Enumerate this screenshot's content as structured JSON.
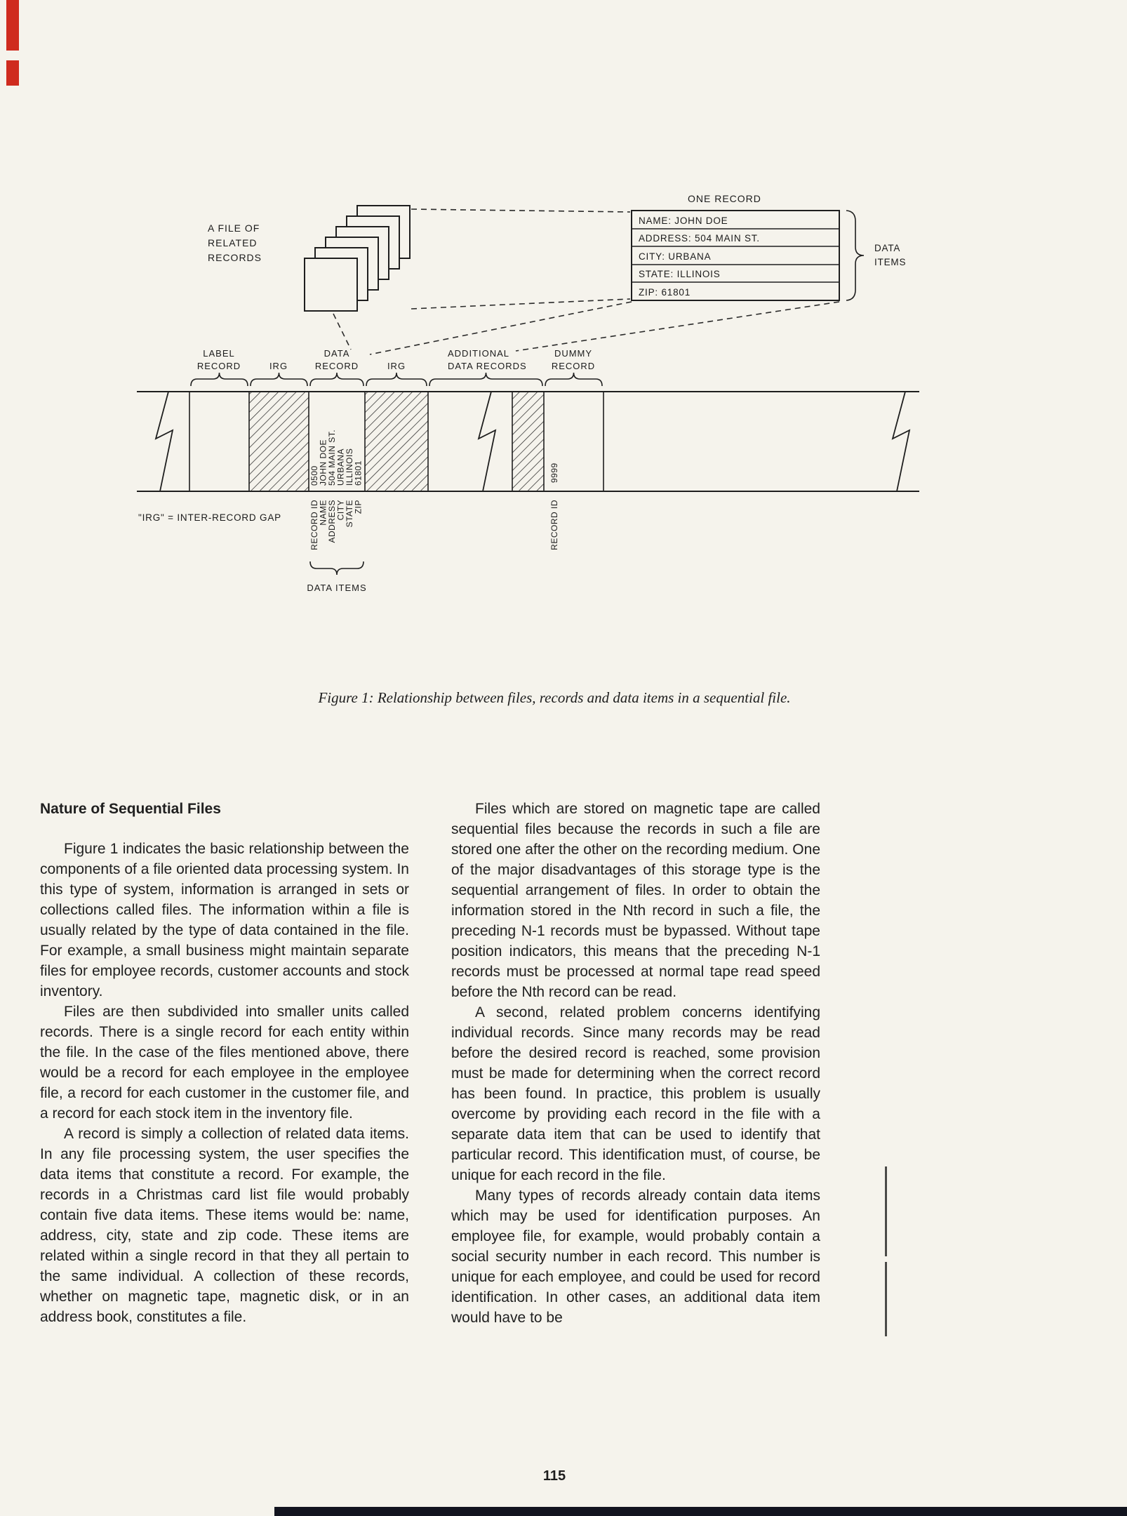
{
  "page": {
    "number": "115"
  },
  "figure": {
    "caption": "Figure 1: Relationship between files, records and data items in a sequential file.",
    "file_stack": {
      "label_lines": [
        "A FILE OF",
        "RELATED",
        "RECORDS"
      ]
    },
    "one_record": {
      "label": "ONE RECORD",
      "fields": [
        "NAME: JOHN DOE",
        "ADDRESS: 504 MAIN ST.",
        "CITY: URBANA",
        "STATE: ILLINOIS",
        "ZIP: 61801"
      ],
      "brace_label_lines": [
        "DATA",
        "ITEMS"
      ]
    },
    "tape": {
      "sections": {
        "label_record": [
          "LABEL",
          "RECORD"
        ],
        "irg_1": "IRG",
        "data_record": [
          "DATA",
          "RECORD"
        ],
        "irg_2": "IRG",
        "additional": [
          "ADDITIONAL",
          "DATA RECORDS"
        ],
        "dummy": [
          "DUMMY",
          "RECORD"
        ]
      },
      "data_record_contents": [
        "0500",
        "JOHN DOE",
        "504 MAIN ST.",
        "URBANA",
        "ILLINOIS",
        "61801"
      ],
      "dummy_record_content": "9999",
      "field_labels": [
        "RECORD ID",
        "NAME",
        "ADDRESS",
        "CITY",
        "STATE",
        "ZIP"
      ],
      "dummy_field_label": "RECORD ID",
      "data_items_label": "DATA ITEMS",
      "irg_note": "\"IRG\" = INTER-RECORD GAP"
    }
  },
  "article": {
    "heading": "Nature of Sequential Files",
    "left_column": [
      "Figure 1 indicates the basic relationship between the components of a file oriented data processing system. In this type of system, information is arranged in sets or collections called files. The information within a file is usually related by the type of data contained in the file. For example, a small business might maintain separate files for employee records, customer accounts and stock inventory.",
      "Files are then subdivided into smaller units called records. There is a single record for each entity within the file. In the case of the files mentioned above, there would be a record for each employee in the employee file, a record for each customer in the customer file, and a record for each stock item in the inventory file.",
      "A record is simply a collection of related data items. In any file processing system, the user specifies the data items that constitute a record. For example, the records in a Christmas card list file would probably contain five data items. These items would be: name, address, city, state and zip code. These items are related within a single record in that they all pertain to the same individual. A collection of these records, whether on magnetic tape, magnetic disk, or in an address book, constitutes a file."
    ],
    "right_column": [
      "Files which are stored on magnetic tape are called sequential files because the records in such a file are stored one after the other on the recording medium. One of the major disadvantages of this storage type is the sequential arrangement of files. In order to obtain the information stored in the Nth record in such a file, the preceding N-1 records must be bypassed. Without tape position indicators, this means that the preceding N-1 records must be processed at normal tape read speed before the Nth record can be read.",
      "A second, related problem concerns identifying individual records. Since many records may be read before the desired record is reached, some provision must be made for determining when the correct record has been found. In practice, this problem is usually overcome by providing each record in the file with a separate data item that can be used to identify that particular record. This identification must, of course, be unique for each record in the file.",
      "Many types of records already contain data items which may be used for identification purposes. An employee file, for example, would probably contain a social security number in each record. This number is unique for each employee, and could be used for record identification. In other cases, an additional data item would have to be"
    ]
  }
}
